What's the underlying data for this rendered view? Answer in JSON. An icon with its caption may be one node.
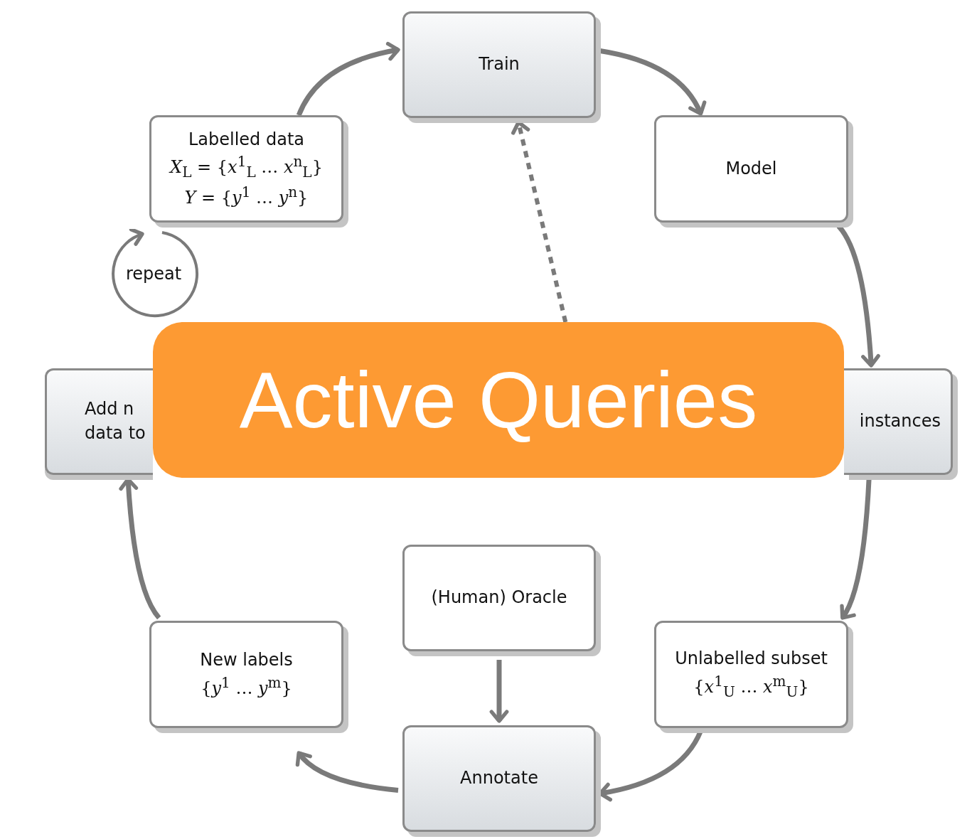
{
  "diagram": {
    "nodes": [
      {
        "text": [
          "Train"
        ]
      },
      {
        "text": [
          "Labelled data",
          "*X*$_{L}$ = {*x*$^{1}$$_{L}$ … *x*$^{n}$$_{L}$}",
          "*Y* = {*y*$^{1}$ … *y*$^{n}$}"
        ]
      },
      {
        "text": [
          "Model"
        ]
      },
      {
        "text": [
          "repeat"
        ]
      },
      {
        "text": [
          "Add n data to"
        ]
      },
      {
        "text": [
          "Active Queries"
        ]
      },
      {
        "text": [
          "instances"
        ]
      },
      {
        "text": [
          "(Human) Oracle"
        ]
      },
      {
        "text": [
          "New labels",
          "{*y*$^{1}$ … *y*$^{m}$}"
        ]
      },
      {
        "text": [
          "Unlabelled subset",
          "{*x*$^{1}$$_{U}$ … *x*$^{m}$$_{U}$}"
        ]
      },
      {
        "text": [
          "Annotate"
        ]
      }
    ],
    "edges": [
      {
        "from": 1,
        "to": 0,
        "arrow": "to"
      },
      {
        "from": 0,
        "to": 2,
        "arrow": "to"
      },
      {
        "from": 2,
        "to": 6,
        "arrow": "to"
      },
      {
        "from": 6,
        "to": 9,
        "arrow": "to"
      },
      {
        "from": 9,
        "to": 10,
        "arrow": "to"
      },
      {
        "from": 7,
        "to": 10,
        "arrow": "to"
      },
      {
        "from": 10,
        "to": 8,
        "arrow": "to"
      },
      {
        "from": 8,
        "to": 4,
        "arrow": "to"
      },
      {
        "from": 5,
        "to": 0,
        "arrow": "to",
        "style": "dashed"
      }
    ]
  }
}
